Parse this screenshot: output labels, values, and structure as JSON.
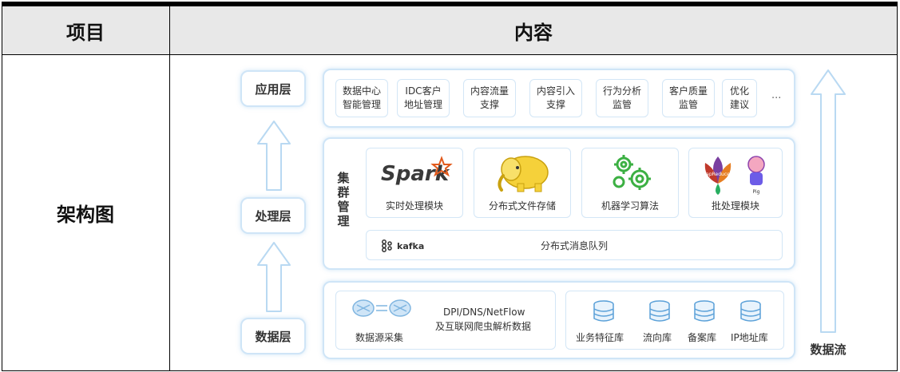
{
  "table": {
    "header_item": "项目",
    "header_content": "内容",
    "row_label": "架构图"
  },
  "diagram": {
    "layers": {
      "app": "应用层",
      "process": "处理层",
      "data": "数据层"
    },
    "app_items": [
      {
        "line1": "数据中心",
        "line2": "智能管理"
      },
      {
        "line1": "IDC客户",
        "line2": "地址管理"
      },
      {
        "line1": "内容流量",
        "line2": "支撑"
      },
      {
        "line1": "内容引入",
        "line2": "支撑"
      },
      {
        "line1": "行为分析",
        "line2": "监管"
      },
      {
        "line1": "客户质量",
        "line2": "监管"
      },
      {
        "line1": "优化",
        "line2": "建议"
      }
    ],
    "app_more": "...",
    "cluster_label": [
      "集",
      "群",
      "管",
      "理"
    ],
    "modules": [
      {
        "label": "实时处理模块",
        "logo": "Spark"
      },
      {
        "label": "分布式文件存储",
        "logo": "hadoop-elephant"
      },
      {
        "label": "机器学习算法",
        "logo": "gears"
      },
      {
        "label": "批处理模块",
        "logo": "mapreduce-pig"
      }
    ],
    "logo_text": {
      "mapreduce": "MapReduce",
      "pig": "Pig"
    },
    "kafka": {
      "logo": "kafka",
      "label": "分布式消息队列"
    },
    "collect": {
      "label": "数据源采集",
      "desc_line1": "DPI/DNS/NetFlow",
      "desc_line2": "及互联网爬虫解析数据"
    },
    "databases": [
      "业务特征库",
      "流向库",
      "备案库",
      "IP地址库"
    ],
    "flow_label": "数据流"
  }
}
